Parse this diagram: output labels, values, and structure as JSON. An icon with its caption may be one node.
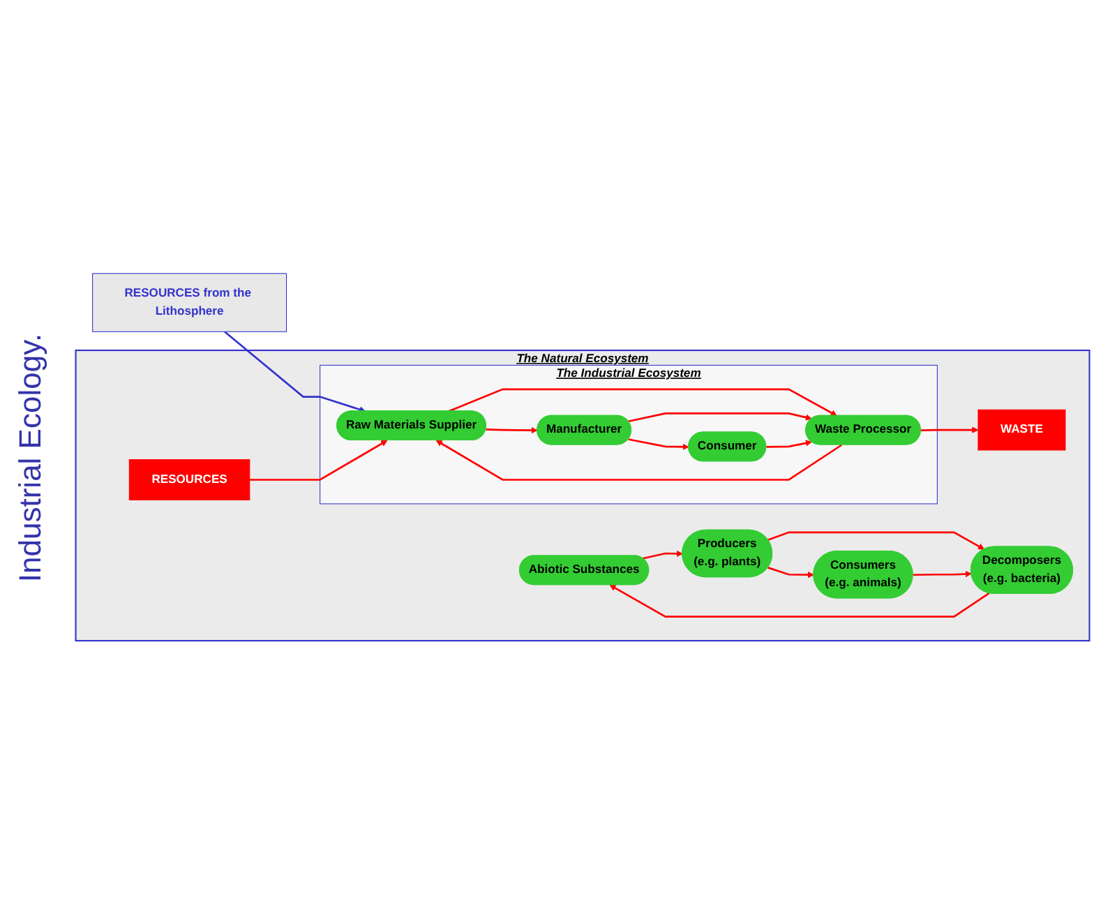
{
  "diagram": {
    "nodes": [
      {
        "text": [
          "The Natural Ecosystem"
        ]
      },
      {
        "text": [
          "The Industrial Ecosystem"
        ],
        "in": 0
      },
      {
        "text": [
          "RESOURCES from the Lithosphere"
        ]
      },
      {
        "text": [
          "Raw Materials Supplier"
        ],
        "in": 1
      },
      {
        "text": [
          "Manufacturer"
        ],
        "in": 1
      },
      {
        "text": [
          "Consumer"
        ],
        "in": 1
      },
      {
        "text": [
          "Waste Processor"
        ],
        "in": 1
      },
      {
        "text": [
          "RESOURCES"
        ],
        "in": 0
      },
      {
        "text": [
          "WASTE"
        ],
        "in": 0
      },
      {
        "text": [
          "Abiotic Substances"
        ],
        "in": 0
      },
      {
        "text": [
          "Producers",
          "(e.g. plants)"
        ],
        "in": 0
      },
      {
        "text": [
          "Consumers",
          "(e.g. animals)"
        ],
        "in": 0
      },
      {
        "text": [
          "Decomposers",
          "(e.g. bacteria)"
        ],
        "in": 0
      }
    ],
    "edges": [
      {
        "from": 2,
        "to": 3,
        "arrow": "to",
        "color": "#3333cc"
      },
      {
        "from": 3,
        "to": 4,
        "arrow": "to"
      },
      {
        "from": 4,
        "to": 5,
        "arrow": "to"
      },
      {
        "from": 3,
        "to": 6,
        "arrow": "to"
      },
      {
        "from": 4,
        "to": 6,
        "arrow": "to"
      },
      {
        "from": 5,
        "to": 6,
        "arrow": "to"
      },
      {
        "from": 6,
        "to": 3,
        "arrow": "to"
      },
      {
        "from": 7,
        "to": 3,
        "arrow": "to"
      },
      {
        "from": 6,
        "to": 8,
        "arrow": "to"
      },
      {
        "from": 9,
        "to": 10,
        "arrow": "to"
      },
      {
        "from": 10,
        "to": 11,
        "arrow": "to"
      },
      {
        "from": 10,
        "to": 12,
        "arrow": "to"
      },
      {
        "from": 11,
        "to": 12,
        "arrow": "to"
      },
      {
        "from": 12,
        "to": 9,
        "arrow": "to"
      }
    ],
    "labels": [
      "Industrial Ecology."
    ]
  }
}
